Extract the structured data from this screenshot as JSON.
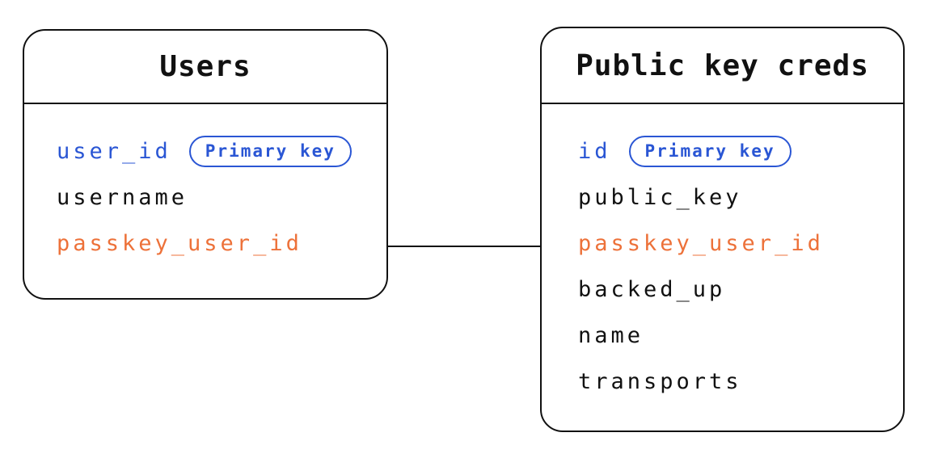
{
  "colors": {
    "background": "#ffffff",
    "border": "#111111",
    "text": "#111111",
    "primary_key": "#2a56d4",
    "foreign_key": "#ed7139"
  },
  "tables": [
    {
      "title": "Users",
      "fields": [
        {
          "name": "user_id",
          "role": "primary",
          "badge": "Primary key"
        },
        {
          "name": "username",
          "role": "normal"
        },
        {
          "name": "passkey_user_id",
          "role": "foreign"
        }
      ]
    },
    {
      "title": "Public key creds",
      "fields": [
        {
          "name": "id",
          "role": "primary",
          "badge": "Primary key"
        },
        {
          "name": "public_key",
          "role": "normal"
        },
        {
          "name": "passkey_user_id",
          "role": "foreign"
        },
        {
          "name": "backed_up",
          "role": "normal"
        },
        {
          "name": "name",
          "role": "normal"
        },
        {
          "name": "transports",
          "role": "normal"
        }
      ]
    }
  ]
}
